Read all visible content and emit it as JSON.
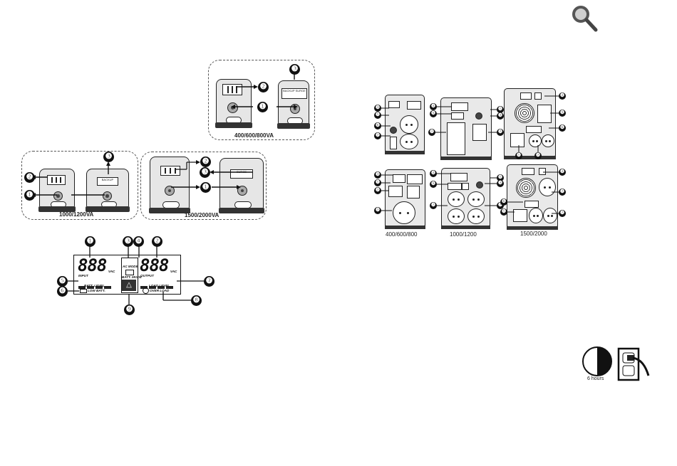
{
  "left_page": {
    "group_400": {
      "caption": "400/600/800VA",
      "callouts": [
        "❷",
        "❸",
        "❶",
        "❶"
      ]
    },
    "group_1000": {
      "caption": "1000/1200VA",
      "callouts": [
        "❷",
        "❸",
        "❶"
      ]
    },
    "group_1500": {
      "caption": "1500/2000VA",
      "callouts": [
        "❷",
        "❸",
        "❶",
        "❶"
      ]
    },
    "lcd": {
      "input_digits": "888",
      "input_unit": "VAC",
      "input_label": "INPUT",
      "output_digits": "888",
      "output_unit": "VAC",
      "output_label": "OUTPUT",
      "ac_mode": "AC MODE",
      "batt_mode": "BATT. MODE",
      "batt_level": "BATT.   LEVEL",
      "low_batt": "LOW BATT.",
      "load_level": "LOAD  LEVEL",
      "over_load": "OVER  LOAD",
      "callouts": {
        "c1": "❶",
        "c2": "❷",
        "c3": "❸",
        "c4": "❹",
        "c5": "❺",
        "c6": "❻",
        "c7": "❼",
        "c8": "❽",
        "c9": "❾"
      }
    },
    "panel_text": {
      "battery": "BACKUP",
      "surge": "SURGE"
    }
  },
  "right_page": {
    "search_icon": "magnifier-icon",
    "captions": {
      "c1": "400/600/800",
      "c2": "1000/1200",
      "c3": "1500/2000"
    },
    "callouts": {
      "n1": "❶",
      "n2": "❷",
      "n3": "❸",
      "n4": "❹",
      "n5": "❺",
      "n6": "❻"
    },
    "charge_label": "6 hours"
  }
}
